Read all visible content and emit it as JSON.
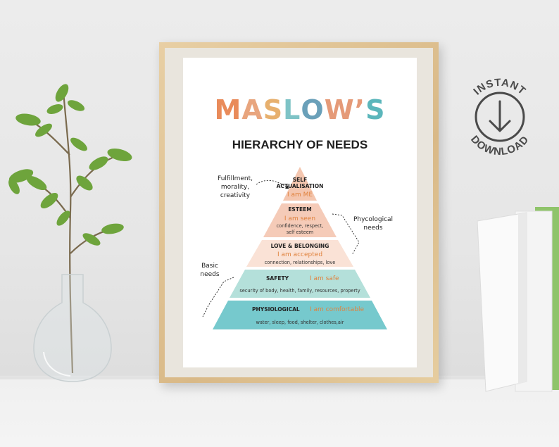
{
  "poster": {
    "title_letters": [
      {
        "ch": "M",
        "color": "#e98b5a"
      },
      {
        "ch": "A",
        "color": "#e8a57e"
      },
      {
        "ch": "S",
        "color": "#e7b06e"
      },
      {
        "ch": "L",
        "color": "#7ec3c6"
      },
      {
        "ch": "O",
        "color": "#6aa0b9"
      },
      {
        "ch": "W",
        "color": "#e59a78"
      },
      {
        "ch": "’",
        "color": "#e59a78"
      },
      {
        "ch": "S",
        "color": "#5bb6bb"
      }
    ],
    "subtitle": "HIERARCHY OF NEEDS",
    "levels": [
      {
        "name": "SELF ACTUALISATION",
        "name_line1": "SELF",
        "name_line2": "ACTUALISATION",
        "affirmation": "I am ME",
        "desc": "",
        "color": "#f4c6af"
      },
      {
        "name": "ESTEEM",
        "affirmation": "I am seen",
        "desc_line1": "confidence, respect,",
        "desc_line2": "self esteem",
        "color": "#f5cbb8"
      },
      {
        "name": "LOVE & BELONGING",
        "affirmation": "I am accepted",
        "desc": "connection, relationships, love",
        "color": "#fae2d6"
      },
      {
        "name": "SAFETY",
        "affirmation": "I am safe",
        "desc": "security of body, health, family, resources, property",
        "color": "#b4e0da"
      },
      {
        "name": "PHYSIOLOGICAL",
        "affirmation": "I am comfortable",
        "desc": "water, sleep, food, shelter, clothes,air",
        "color": "#76c9cd"
      }
    ],
    "annotations": {
      "fulfillment": [
        "Fulfillment,",
        "morality,",
        "creativity"
      ],
      "psychological": [
        "Phycological",
        "needs"
      ],
      "basic": [
        "Basic",
        "needs"
      ]
    }
  },
  "badge": {
    "top_text": "INSTANT",
    "bottom_text": "DOWNLOAD",
    "icon": "download-arrow-icon",
    "color": "#4a4a4a"
  }
}
